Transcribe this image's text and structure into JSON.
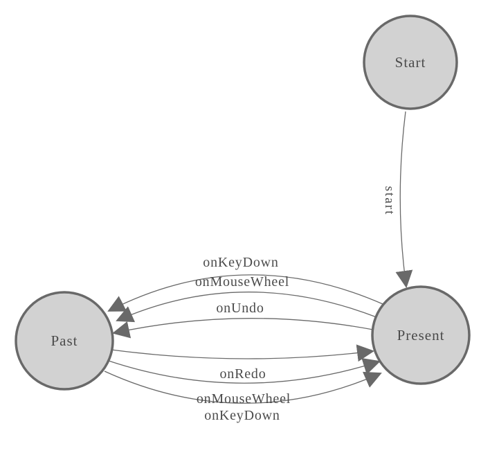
{
  "diagram": {
    "title": "undo-redo state machine",
    "colors": {
      "background": "#ffffff",
      "node_fill": "#d2d2d2",
      "node_stroke": "#696969",
      "edge_stroke": "#696969",
      "arrowhead_fill": "#696969",
      "text": "#4b4b4b"
    },
    "nodes": [
      {
        "id": "start",
        "label": "Start"
      },
      {
        "id": "present",
        "label": "Present"
      },
      {
        "id": "past",
        "label": "Past"
      }
    ],
    "edges": [
      {
        "from": "Start",
        "to": "Present",
        "label": "start"
      },
      {
        "from": "Present",
        "to": "Past",
        "label": "onKeyDown"
      },
      {
        "from": "Present",
        "to": "Past",
        "label": "onMouseWheel"
      },
      {
        "from": "Present",
        "to": "Past",
        "label": "onUndo"
      },
      {
        "from": "Past",
        "to": "Present",
        "label": "onRedo"
      },
      {
        "from": "Past",
        "to": "Present",
        "label": "onMouseWheel"
      },
      {
        "from": "Past",
        "to": "Present",
        "label": "onKeyDown"
      }
    ]
  }
}
